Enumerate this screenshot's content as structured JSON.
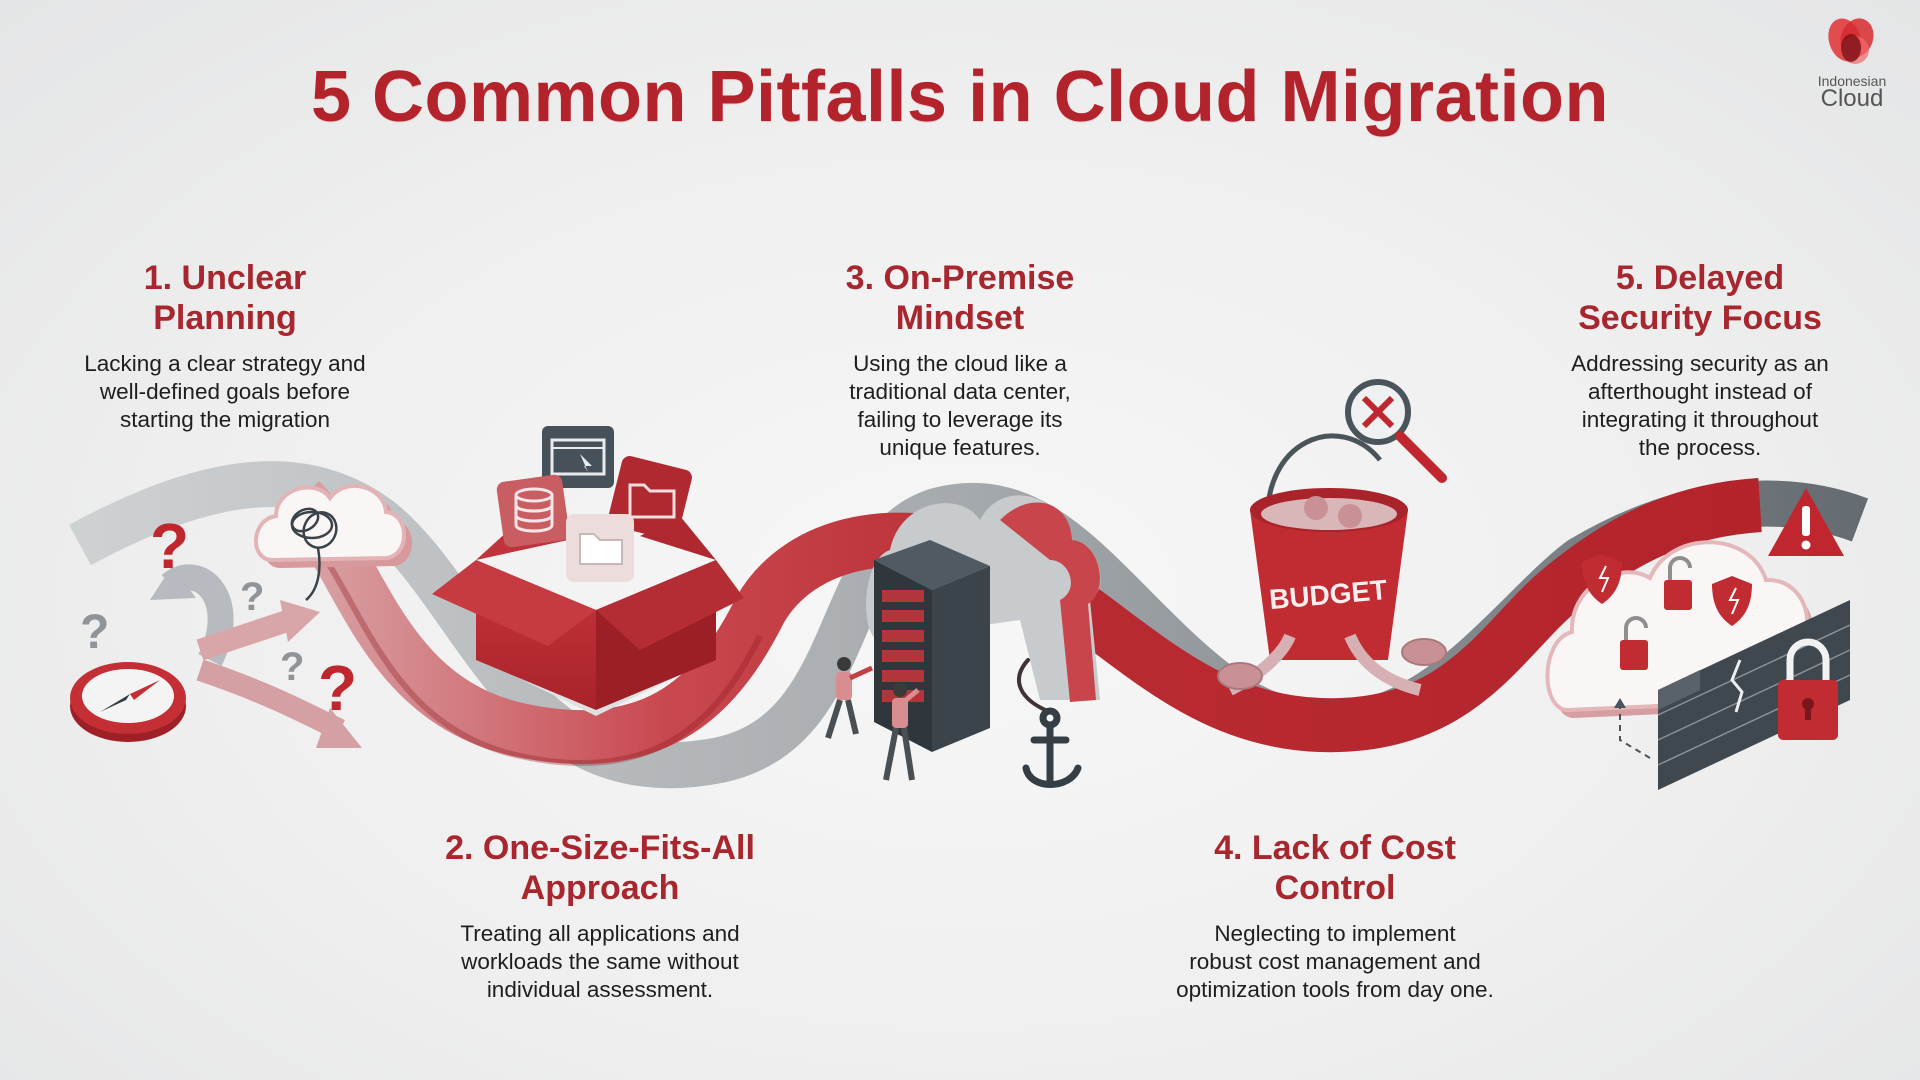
{
  "header": {
    "title": "5 Common Pitfalls in Cloud Migration"
  },
  "logo": {
    "line1": "Indonesian",
    "line2": "Cloud",
    "icon": "petal-logo-icon"
  },
  "colors": {
    "primary_red": "#b3232b",
    "heading_red": "#a8262e",
    "dark_slate": "#3f4a52",
    "gray_ribbon": "#8f9498",
    "background": "#efefef",
    "text": "#1e1e1e"
  },
  "pitfalls": [
    {
      "number": 1,
      "heading_lines": [
        "1. Unclear",
        "Planning"
      ],
      "description_lines": [
        "Lacking a clear strategy and",
        "well-defined goals before",
        "starting the migration"
      ],
      "illustration": [
        "compass-icon",
        "question-mark-icon",
        "diverging-arrows-icon",
        "tangled-cloud-icon"
      ]
    },
    {
      "number": 2,
      "heading_lines": [
        "2. One-Size-Fits-All",
        "Approach"
      ],
      "description_lines": [
        "Treating all applications and",
        "workloads the same without",
        "individual assessment."
      ],
      "illustration": [
        "open-box-icon",
        "database-icon",
        "browser-window-icon",
        "folder-icon"
      ]
    },
    {
      "number": 3,
      "heading_lines": [
        "3. On-Premise",
        "Mindset"
      ],
      "description_lines": [
        "Using the cloud like a",
        "traditional data center,",
        "failing to leverage its",
        "unique features."
      ],
      "illustration": [
        "server-rack-icon",
        "people-pushing-icon",
        "cloud-icon",
        "anchor-icon"
      ]
    },
    {
      "number": 4,
      "heading_lines": [
        "4. Lack of Cost",
        "Control"
      ],
      "description_lines": [
        "Neglecting to implement",
        "robust cost management and",
        "optimization tools from day one."
      ],
      "illustration": [
        "leaking-bucket-icon",
        "magnifier-x-icon",
        "coin-icon"
      ],
      "bucket_label": "BUDGET"
    },
    {
      "number": 5,
      "heading_lines": [
        "5. Delayed",
        "Security Focus"
      ],
      "description_lines": [
        "Addressing security as an",
        "afterthought instead of",
        "integrating it throughout",
        "the process."
      ],
      "illustration": [
        "cloud-icon",
        "open-padlock-icon",
        "shield-icon",
        "warning-triangle-icon",
        "cracked-wall-icon",
        "padlock-icon"
      ]
    }
  ]
}
